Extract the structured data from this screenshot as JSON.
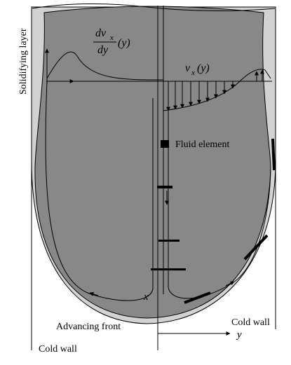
{
  "labels": {
    "solidifying_layer": "Solidifying layer",
    "fluid_element": "Fluid element",
    "advancing_front": "Advancing front",
    "cold_wall_left": "Cold wall",
    "cold_wall_right": "Cold wall",
    "axis_x": "x",
    "axis_y": "y",
    "vx": "v",
    "vx_sub": "x",
    "vx_arg": "(y)",
    "dv_num": "dv",
    "dv_num_sub": "x",
    "dv_den": "dy",
    "dv_arg": "(y)"
  },
  "colors": {
    "fluid": "#888888",
    "solid_layer": "#d2d2d2",
    "line": "#000000",
    "background": "#ffffff"
  }
}
